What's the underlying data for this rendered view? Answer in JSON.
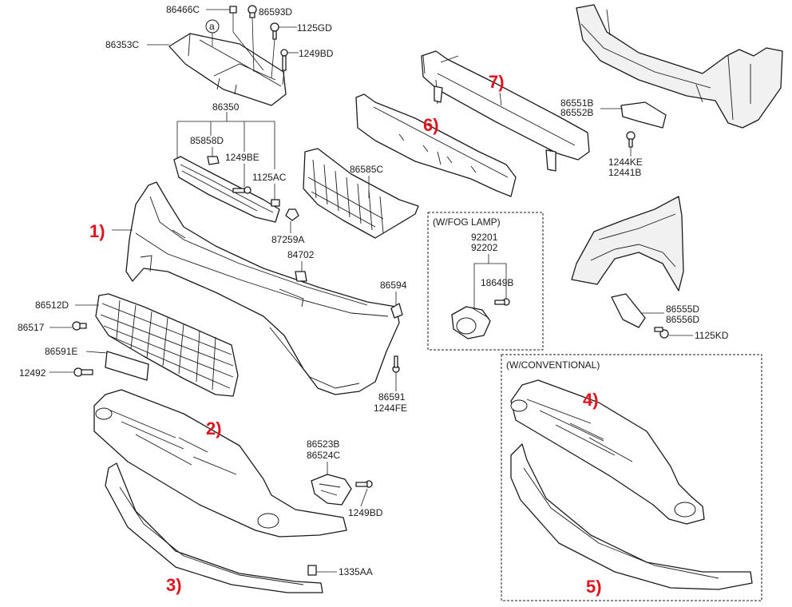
{
  "part_labels": {
    "p86466C": "86466C",
    "p86593D": "86593D",
    "p1125GD": "1125GD",
    "p86353C": "86353C",
    "p1249BD_top": "1249BD",
    "p86350": "86350",
    "p85858D": "85858D",
    "p1249BE": "1249BE",
    "p1125AC": "1125AC",
    "p87259A": "87259A",
    "p86585C": "86585C",
    "p84702": "84702",
    "p86594": "86594",
    "p86512D": "86512D",
    "p86517": "86517",
    "p86591E": "86591E",
    "p12492": "12492",
    "p86591": "86591",
    "p1244FE": "1244FE",
    "p86523B": "86523B",
    "p86524C": "86524C",
    "p1249BD_bottom": "1249BD",
    "p1335AA": "1335AA",
    "p92201": "92201",
    "p92202": "92202",
    "p18649B": "18649B",
    "p86551B": "86551B",
    "p86552B": "86552B",
    "p1244KE": "1244KE",
    "p12441B": "12441B",
    "p86555D": "86555D",
    "p86556D": "86556D",
    "p1125KD": "1125KD",
    "marker_a": "a"
  },
  "callouts": {
    "c1": "1)",
    "c2": "2)",
    "c3": "3)",
    "c4": "4)",
    "c5": "5)",
    "c6": "6)",
    "c7": "7)"
  },
  "groups": {
    "fog_lamp": "(W/FOG LAMP)",
    "conventional": "(W/CONVENTIONAL)"
  },
  "colors": {
    "callout": "#e0141e",
    "line": "#1a1a1a"
  }
}
